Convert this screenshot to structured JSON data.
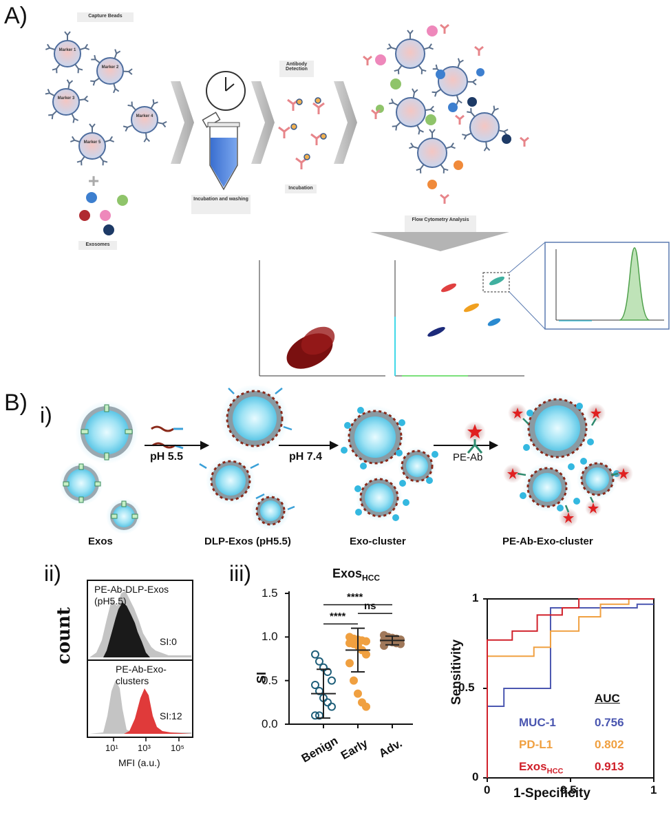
{
  "panel_a": {
    "letter": "A)",
    "capture_beads_label": "Capture Beads",
    "marker_labels": [
      "Marker 1",
      "Marker 2",
      "Marker 3",
      "Marker 4",
      "Marker 5"
    ],
    "exosomes_label": "Exosomes",
    "incubation_washing_label": "Incubation and washing",
    "antibody_detection_label": "Antibody Detection",
    "incubation_label": "Incubation",
    "flow_label": "Flow Cytometry Analysis"
  },
  "panel_b": {
    "letter": "B)",
    "i": {
      "roman": "i)",
      "step_labels": [
        "pH 5.5",
        "pH 7.4",
        "PE-Ab"
      ],
      "stage_captions": [
        "Exos",
        "DLP-Exos (pH5.5)",
        "Exo-cluster",
        "PE-Ab-Exo-cluster"
      ]
    },
    "ii": {
      "roman": "ii)",
      "ylabel": "count",
      "xlabel": "MFI (a.u.)",
      "top_label": "PE-Ab-DLP-Exos (pH5.5)",
      "top_si": "SI:0",
      "bottom_label": "PE-Ab-Exo-clusters",
      "bottom_si": "SI:12",
      "ticks": [
        "10¹",
        "10³",
        "10⁵"
      ]
    },
    "iii": {
      "roman": "iii)",
      "title_main": "Exos",
      "title_sub": "HCC",
      "ylabel": "SI",
      "yticks": [
        "0.0",
        "0.5",
        "1.0",
        "1.5"
      ],
      "categories": [
        "Benign",
        "Early",
        "Adv."
      ],
      "sig": [
        "****",
        "****",
        "ns"
      ],
      "colors": {
        "benign": "#1f5f7a",
        "early": "#f0a040",
        "adv": "#a0785a"
      }
    },
    "roc": {
      "xlabel": "1-Specificity",
      "ylabel": "Sensitivity",
      "auc_header": "AUC",
      "xticks": [
        "0",
        "0.5",
        "1"
      ],
      "yticks": [
        "0",
        "0.5",
        "1"
      ],
      "legend": [
        {
          "name": "MUC-1",
          "auc": "0.756",
          "color": "#4a56b0"
        },
        {
          "name": "PD-L1",
          "auc": "0.802",
          "color": "#f0a040"
        },
        {
          "name": "Exos",
          "sub": "HCC",
          "auc": "0.913",
          "color": "#d0202a"
        }
      ]
    }
  },
  "chart_data": [
    {
      "type": "scatter",
      "title": "Exos_HCC",
      "xlabel": "",
      "ylabel": "SI",
      "ylim": [
        0,
        1.5
      ],
      "categories": [
        "Benign",
        "Early",
        "Adv."
      ],
      "series": [
        {
          "name": "Benign",
          "values": [
            0.8,
            0.72,
            0.65,
            0.6,
            0.5,
            0.45,
            0.38,
            0.3,
            0.25,
            0.2,
            0.1,
            0.1
          ],
          "mean": 0.35,
          "sd": 0.28
        },
        {
          "name": "Early",
          "values": [
            1.0,
            0.98,
            0.97,
            0.96,
            0.95,
            0.93,
            0.92,
            0.9,
            0.85,
            0.8,
            0.7,
            0.5,
            0.35,
            0.25,
            0.2
          ],
          "mean": 0.85,
          "sd": 0.25
        },
        {
          "name": "Adv.",
          "values": [
            1.02,
            1.0,
            0.99,
            0.98,
            0.97,
            0.96,
            0.95,
            0.94,
            0.93,
            0.92,
            0.9
          ],
          "mean": 0.96,
          "sd": 0.05
        }
      ]
    },
    {
      "type": "line",
      "title": "",
      "xlabel": "1-Specificity",
      "ylabel": "Sensitivity",
      "xlim": [
        0,
        1
      ],
      "ylim": [
        0,
        1
      ],
      "series": [
        {
          "name": "MUC-1",
          "auc": 0.756,
          "x": [
            0,
            0,
            0.1,
            0.1,
            0.38,
            0.38,
            0.9,
            0.9,
            1.0
          ],
          "y": [
            0,
            0.4,
            0.4,
            0.5,
            0.5,
            0.95,
            0.95,
            0.97,
            0.97
          ]
        },
        {
          "name": "PD-L1",
          "auc": 0.802,
          "x": [
            0,
            0,
            0.28,
            0.28,
            0.38,
            0.38,
            0.55,
            0.55,
            0.68,
            0.68,
            0.85,
            0.85,
            1.0
          ],
          "y": [
            0,
            0.68,
            0.68,
            0.73,
            0.73,
            0.82,
            0.82,
            0.9,
            0.9,
            0.97,
            0.97,
            1.0,
            1.0
          ]
        },
        {
          "name": "Exos_HCC",
          "auc": 0.913,
          "x": [
            0,
            0,
            0.15,
            0.15,
            0.3,
            0.3,
            0.45,
            0.45,
            0.55,
            0.55,
            1.0
          ],
          "y": [
            0,
            0.77,
            0.77,
            0.82,
            0.82,
            0.91,
            0.91,
            0.95,
            0.95,
            1.0,
            1.0
          ]
        }
      ]
    }
  ]
}
